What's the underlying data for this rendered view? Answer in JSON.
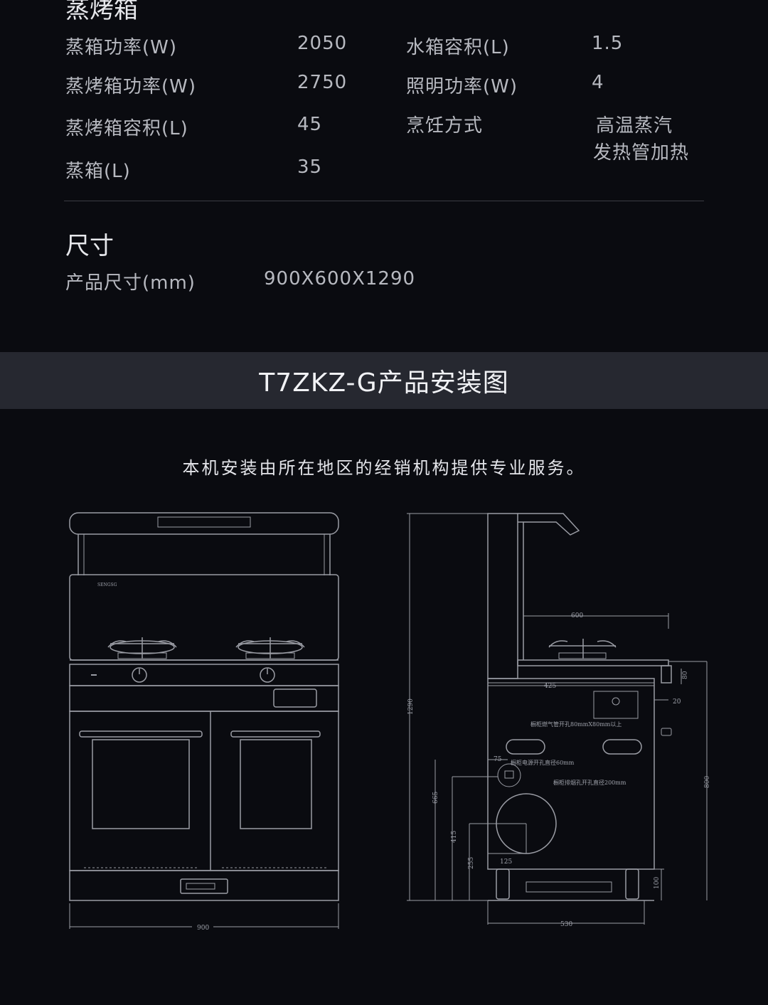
{
  "section_oven": {
    "title": "蒸烤箱",
    "left_specs": [
      {
        "label": "蒸箱功率(W)",
        "value": "2050"
      },
      {
        "label": "蒸烤箱功率(W)",
        "value": "2750"
      },
      {
        "label": "蒸烤箱容积(L)",
        "value": "45"
      },
      {
        "label": "蒸箱(L)",
        "value": "35"
      }
    ],
    "right_specs": [
      {
        "label": "水箱容积(L)",
        "value": "1.5"
      },
      {
        "label": "照明功率(W)",
        "value": "4"
      },
      {
        "label": "烹饪方式",
        "value_line1": "高温蒸汽",
        "value_line2": "发热管加热"
      }
    ]
  },
  "section_size": {
    "title": "尺寸",
    "label": "产品尺寸(mm)",
    "value": "900X600X1290"
  },
  "banner": {
    "title": "T7ZKZ-G产品安装图"
  },
  "notice": "本机安装由所在地区的经销机构提供专业服务。",
  "front_drawing": {
    "brand": "SENGSG",
    "dim_width": "900"
  },
  "side_drawing": {
    "dim_height": "1290",
    "dim_600": "600",
    "dim_425": "425",
    "dim_80": "80",
    "dim_20": "20",
    "dim_75": "75",
    "dim_665": "665",
    "dim_415": "415",
    "dim_255": "255",
    "dim_125": "125",
    "dim_100": "100",
    "dim_800": "800",
    "dim_530": "530",
    "note_gas": "橱柜燃气管开孔80mmX80mm以上",
    "note_power": "橱柜电源开孔直径60mm",
    "note_exhaust": "橱柜排烟孔开孔直径200mm"
  },
  "colors": {
    "background": "#0a0b10",
    "banner": "#262830",
    "line": "#9a9ca4"
  }
}
